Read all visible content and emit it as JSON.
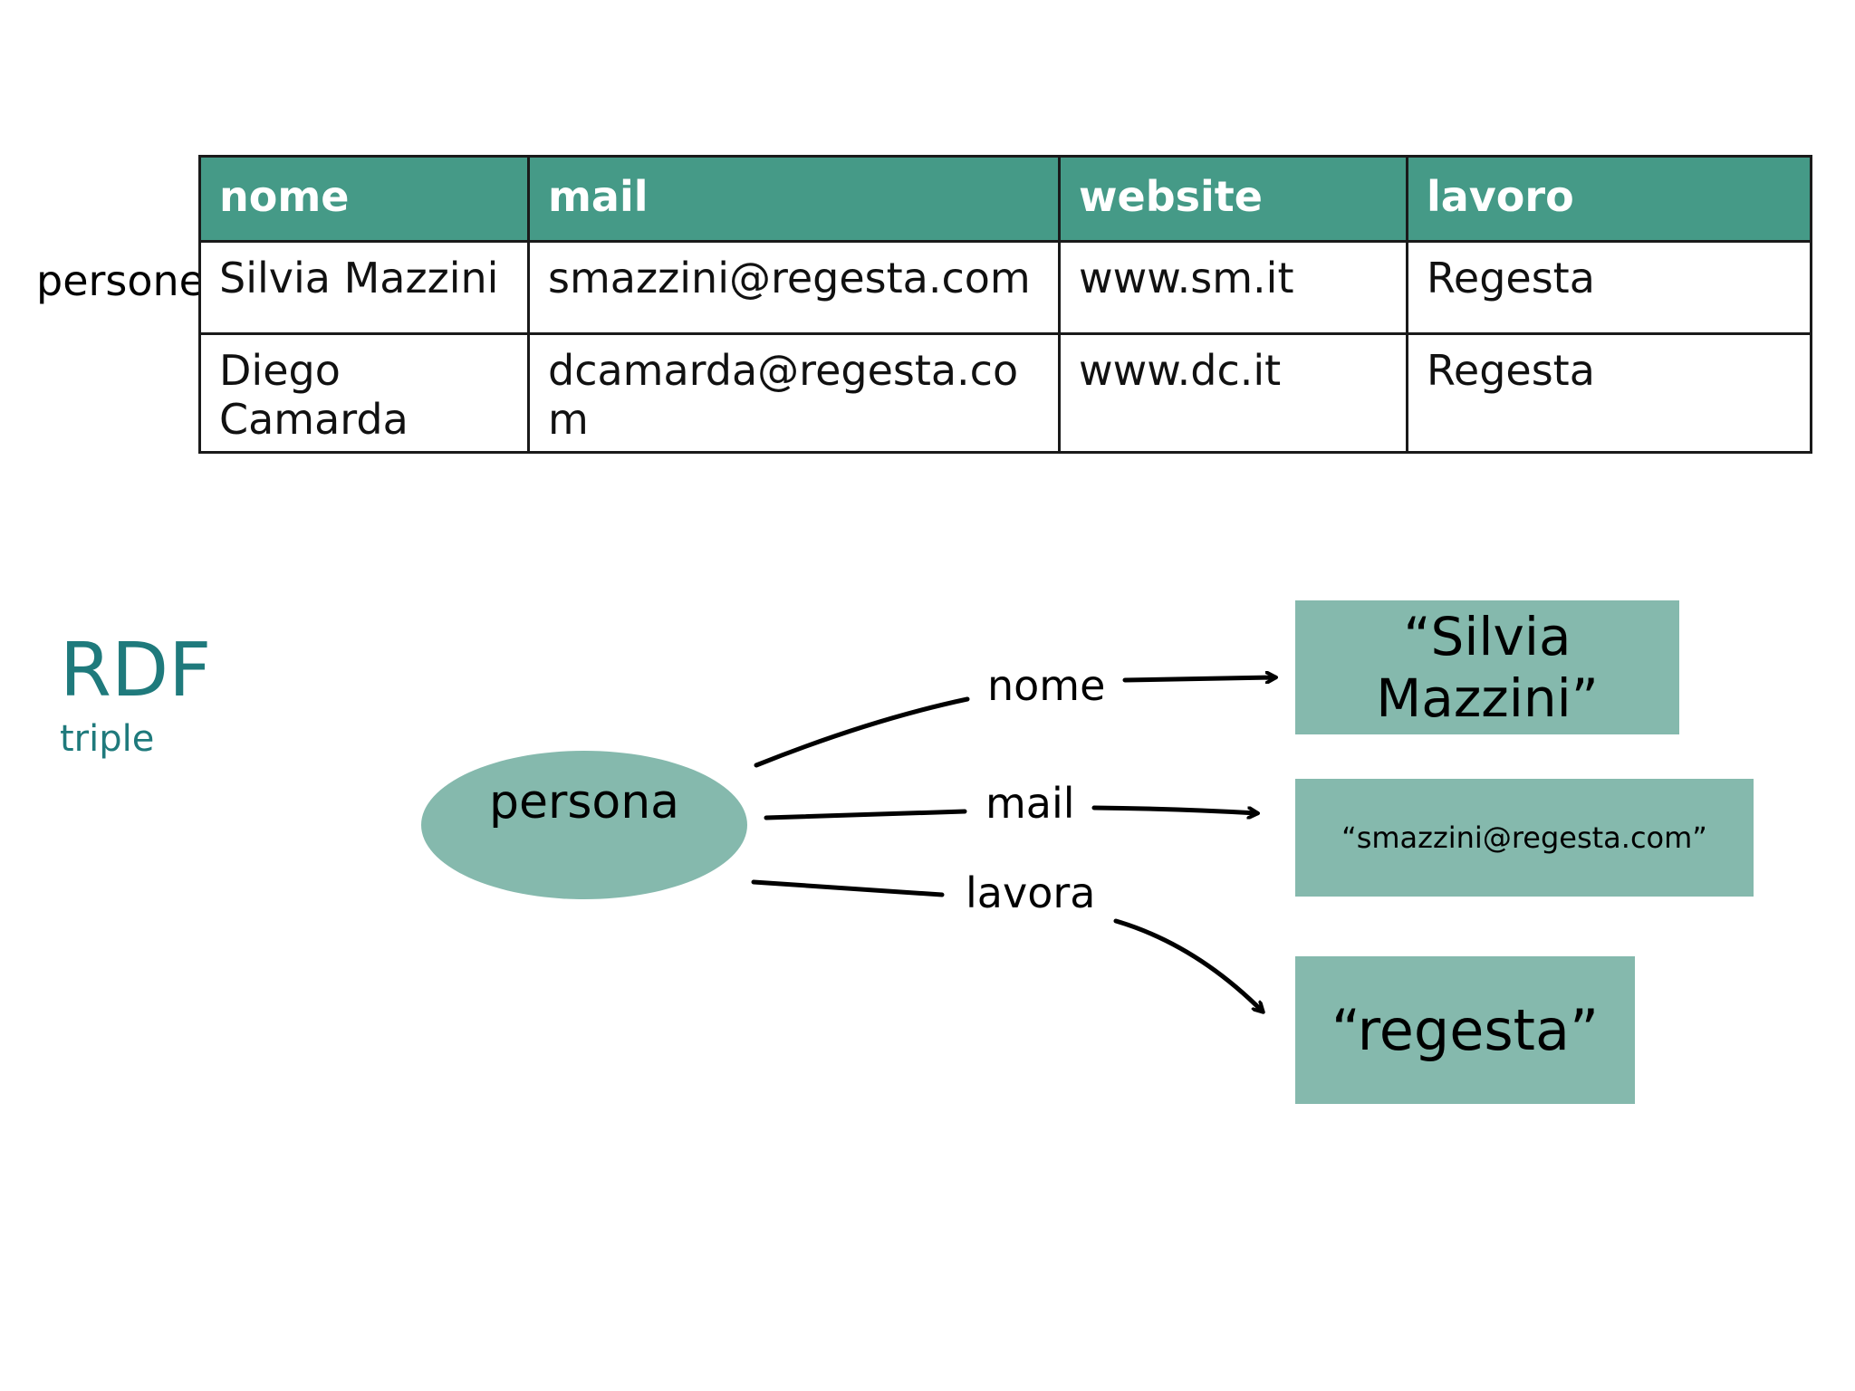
{
  "table": {
    "row_label": "persone",
    "headers": [
      "nome",
      "mail",
      "website",
      "lavoro"
    ],
    "rows": [
      [
        "Silvia Mazzini",
        "smazzini@regesta.com",
        "www.sm.it",
        "Regesta"
      ],
      [
        "Diego Camarda",
        "dcamarda@regesta.com",
        "www.dc.it",
        "Regesta"
      ]
    ]
  },
  "rdf": {
    "title": "RDF",
    "subtitle": "triple"
  },
  "diagram": {
    "subject": "persona",
    "edges": {
      "nome": "nome",
      "mail": "mail",
      "lavora": "lavora"
    },
    "objects": {
      "nome_line1": "“Silvia",
      "nome_line2": "Mazzini”",
      "mail": "“smazzini@regesta.com”",
      "lavora": "“regesta”"
    }
  },
  "colors": {
    "header_bg": "#459a87",
    "node_fill": "#85b9ad",
    "title_color": "#1f7a7c"
  }
}
